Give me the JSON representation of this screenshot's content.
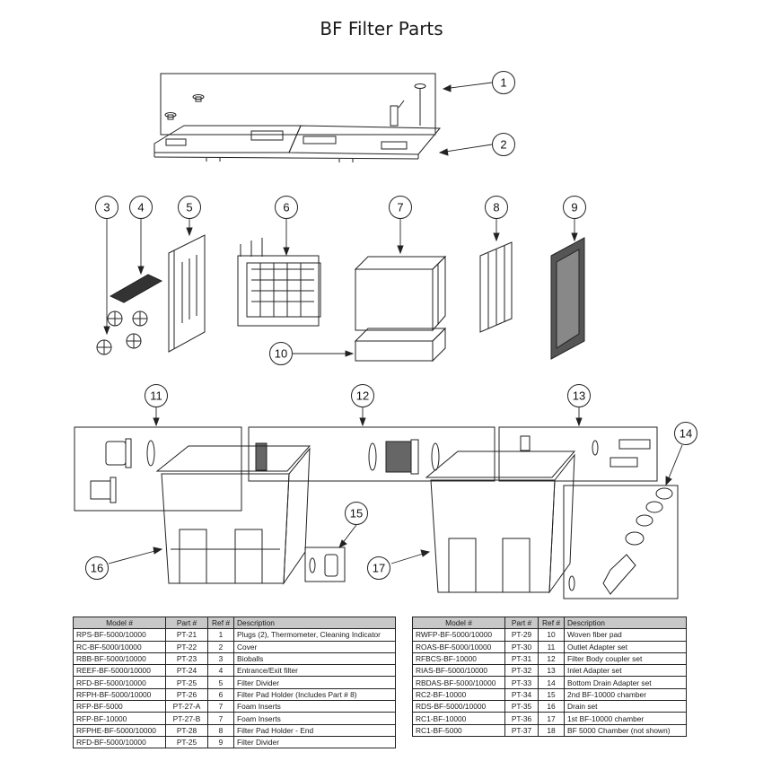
{
  "title": "BF Filter Parts",
  "callouts": [
    "1",
    "2",
    "3",
    "4",
    "5",
    "6",
    "7",
    "8",
    "9",
    "10",
    "11",
    "12",
    "13",
    "14",
    "15",
    "16",
    "17"
  ],
  "table_headers": {
    "model": "Model #",
    "part": "Part #",
    "ref": "Ref #",
    "description": "Description"
  },
  "table_left": [
    {
      "model": "RPS-BF-5000/10000",
      "part": "PT-21",
      "ref": "1",
      "description": "Plugs (2), Thermometer,  Cleaning Indicator"
    },
    {
      "model": "RC-BF-5000/10000",
      "part": "PT-22",
      "ref": "2",
      "description": "Cover"
    },
    {
      "model": "RBB-BF-5000/10000",
      "part": "PT-23",
      "ref": "3",
      "description": "Bioballs"
    },
    {
      "model": "REEF-BF-5000/10000",
      "part": "PT-24",
      "ref": "4",
      "description": "Entrance/Exit filter"
    },
    {
      "model": "RFD-BF-5000/10000",
      "part": "PT-25",
      "ref": "5",
      "description": "Filter Divider"
    },
    {
      "model": "RFPH-BF-5000/10000",
      "part": "PT-26",
      "ref": "6",
      "description": "Filter Pad Holder (Includes Part # 8)"
    },
    {
      "model": "RFP-BF-5000",
      "part": "PT-27-A",
      "ref": "7",
      "description": "Foam Inserts"
    },
    {
      "model": "RFP-BF-10000",
      "part": "PT-27-B",
      "ref": "7",
      "description": "Foam Inserts"
    },
    {
      "model": "RFPHE-BF-5000/10000",
      "part": "PT-28",
      "ref": "8",
      "description": "Filter Pad Holder - End"
    },
    {
      "model": "RFD-BF-5000/10000",
      "part": "PT-25",
      "ref": "9",
      "description": "Filter Divider"
    }
  ],
  "table_right": [
    {
      "model": "RWFP-BF-5000/10000",
      "part": "PT-29",
      "ref": "10",
      "description": "Woven fiber pad"
    },
    {
      "model": "ROAS-BF-5000/10000",
      "part": "PT-30",
      "ref": "11",
      "description": "Outlet Adapter set"
    },
    {
      "model": "RFBCS-BF-10000",
      "part": "PT-31",
      "ref": "12",
      "description": "Filter Body coupler set"
    },
    {
      "model": "RIAS-BF-5000/10000",
      "part": "PT-32",
      "ref": "13",
      "description": "Inlet Adapter set"
    },
    {
      "model": "RBDAS-BF-5000/10000",
      "part": "PT-33",
      "ref": "14",
      "description": "Bottom Drain Adapter set"
    },
    {
      "model": "RC2-BF-10000",
      "part": "PT-34",
      "ref": "15",
      "description": "2nd BF-10000 chamber"
    },
    {
      "model": "RDS-BF-5000/10000",
      "part": "PT-35",
      "ref": "16",
      "description": "Drain set"
    },
    {
      "model": "RC1-BF-10000",
      "part": "PT-36",
      "ref": "17",
      "description": "1st BF-10000 chamber"
    },
    {
      "model": "RC1-BF-5000",
      "part": "PT-37",
      "ref": "18",
      "description": "BF 5000 Chamber (not shown)"
    }
  ]
}
